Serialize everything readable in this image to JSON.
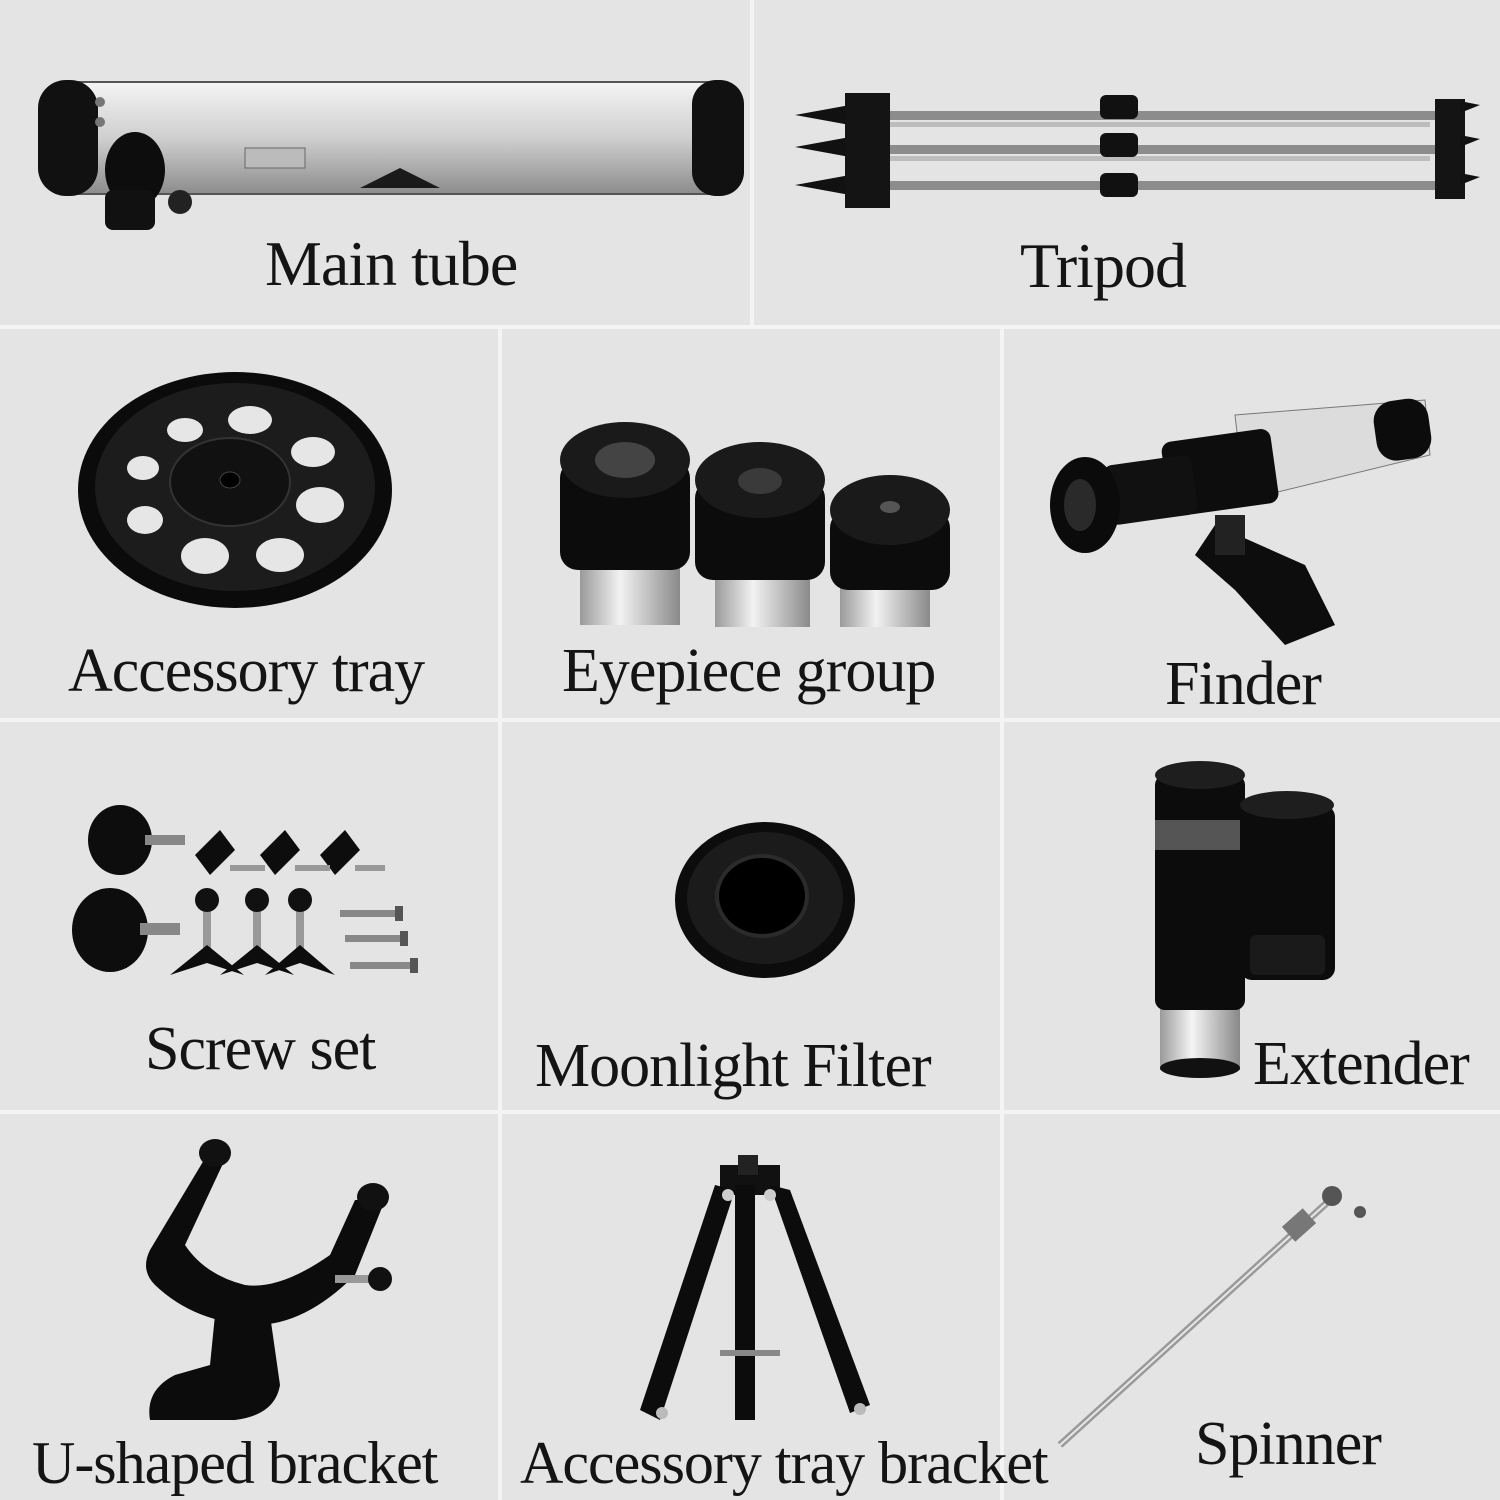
{
  "items": [
    {
      "label": "Main tube",
      "icon": "main-tube-icon"
    },
    {
      "label": "Tripod",
      "icon": "tripod-legs-icon"
    },
    {
      "label": "Accessory tray",
      "icon": "accessory-tray-icon"
    },
    {
      "label": "Eyepiece group",
      "icon": "eyepiece-group-icon"
    },
    {
      "label": "Finder",
      "icon": "finder-scope-icon"
    },
    {
      "label": "Screw set",
      "icon": "screw-set-icon"
    },
    {
      "label": "Moonlight Filter",
      "icon": "moonlight-filter-icon"
    },
    {
      "label": "Extender",
      "icon": "barlow-extender-icon"
    },
    {
      "label": "U-shaped bracket",
      "icon": "u-bracket-icon"
    },
    {
      "label": "Accessory tray bracket",
      "icon": "tray-bracket-icon"
    },
    {
      "label": "Spinner",
      "icon": "spinner-rod-icon"
    }
  ],
  "colors": {
    "background": "#e6e6e6",
    "divider": "#f4f4f4",
    "text": "#141414"
  }
}
